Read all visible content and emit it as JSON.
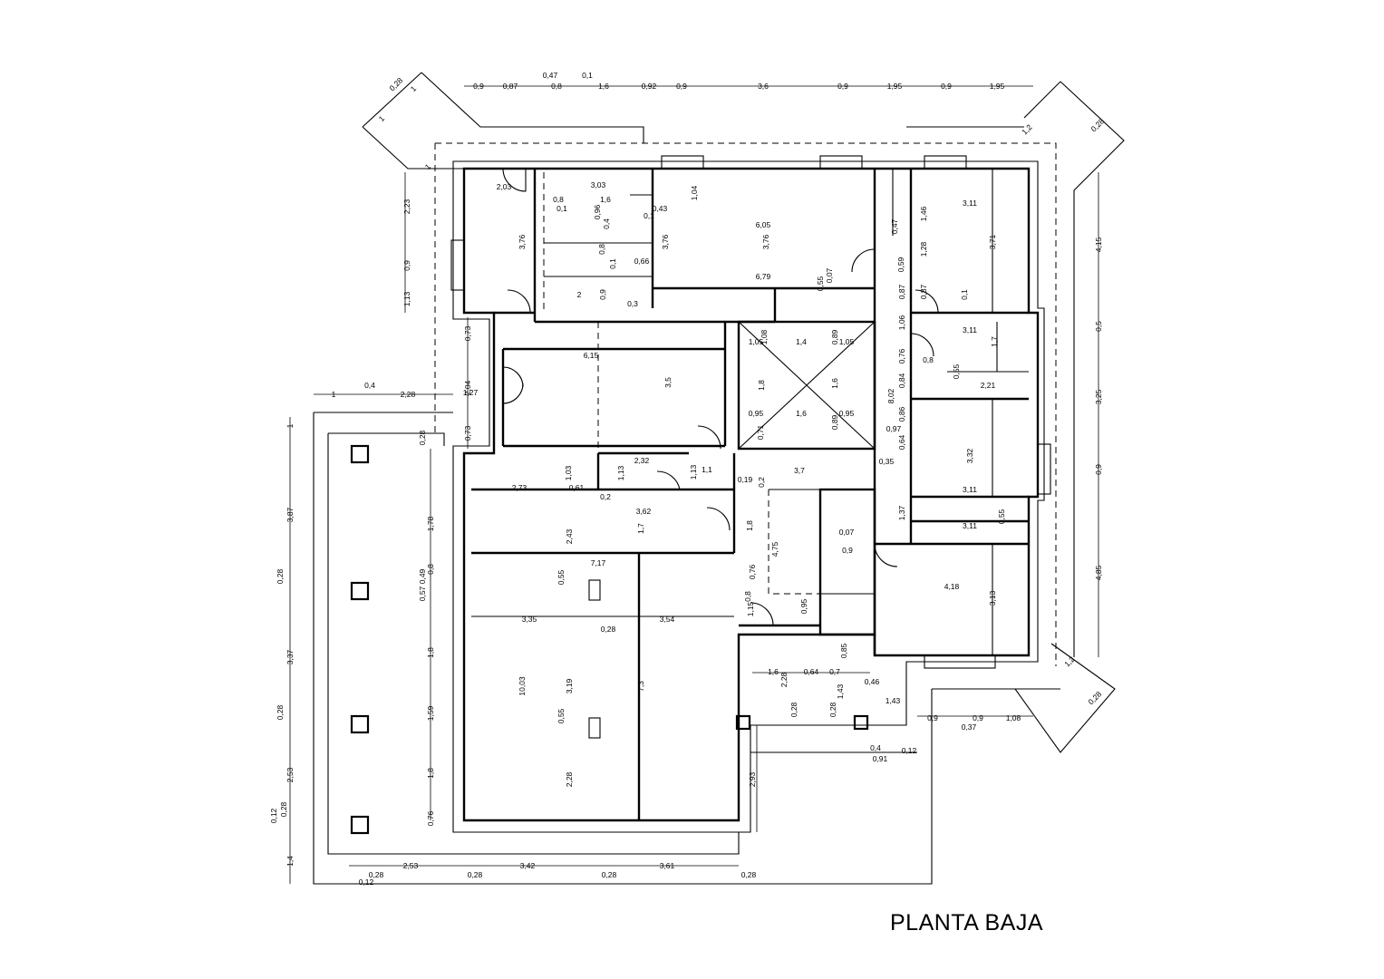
{
  "title": "PLANTA BAJA",
  "dimensions_top": [
    "0,9",
    "0,87",
    "0,47",
    "0,8",
    "0,1",
    "1,6",
    "0,92",
    "0,9",
    "3,6",
    "0,9",
    "1,95",
    "0,9",
    "1,95"
  ],
  "dimensions_left": [
    "2,23",
    "0,9",
    "1,13",
    "0,73",
    "2,04",
    "1,27",
    "0,73"
  ],
  "dimensions_left_outer": [
    "1",
    "3,87",
    "0,28",
    "3,37",
    "0,28",
    "2,53",
    "0,12",
    "0,28",
    "1,4"
  ],
  "dimensions_left_inner": [
    "0,28",
    "1,78",
    "0,8",
    "0,49",
    "0,57",
    "1,8",
    "1,59",
    "1,8",
    "0,76"
  ],
  "dimensions_right": [
    "4,15",
    "0,5",
    "3,25",
    "0,9",
    "4,85"
  ],
  "dimensions_bottom": [
    "2,53",
    "3,42",
    "3,61",
    "0,28",
    "0,28",
    "0,28",
    "0,28",
    "0,12"
  ],
  "dimensions_bottom_right": [
    "0,9",
    "0,9",
    "1,08",
    "0,37"
  ],
  "corner_labels": [
    "0,28",
    "1",
    "1",
    "1",
    "0,28",
    "1,2",
    "1,2",
    "0,28"
  ],
  "interior_labels": [
    "2,03",
    "3,03",
    "0,8",
    "1,6",
    "0,1",
    "0,96",
    "0,4",
    "0,43",
    "0,1",
    "1,04",
    "6,05",
    "3,76",
    "3,76",
    "3,76",
    "0,8",
    "0,1",
    "0,66",
    "6,79",
    "0,07",
    "0,55",
    "2",
    "0,9",
    "0,3",
    "1,46",
    "3,11",
    "3,71",
    "0,47",
    "1,28",
    "0,59",
    "0,87",
    "0,87",
    "0,1",
    "1,06",
    "3,11",
    "1,7",
    "0,76",
    "0,8",
    "0,55",
    "0,84",
    "2,21",
    "8,02",
    "0,86",
    "0,97",
    "0,64",
    "3,32",
    "3,11",
    "0,55",
    "1,37",
    "3,11",
    "4,18",
    "3,13",
    "1,4",
    "1,05",
    "0,89",
    "1,08",
    "1,05",
    "1,8",
    "1,6",
    "0,95",
    "1,6",
    "0,89",
    "0,95",
    "0,71",
    "6,15",
    "3,5",
    "0,4",
    "1",
    "2,28",
    "2,32",
    "1,13",
    "1,03",
    "0,61",
    "0,2",
    "1,13",
    "1,1",
    "0,19",
    "0,2",
    "3,7",
    "0,35",
    "2,73",
    "3,62",
    "1,7",
    "1,8",
    "2,43",
    "4,75",
    "0,07",
    "0,9",
    "7,17",
    "0,55",
    "0,76",
    "0,8",
    "1,15",
    "0,95",
    "3,35",
    "0,28",
    "3,54",
    "10,03",
    "3,19",
    "7,3",
    "0,85",
    "1,6",
    "0,64",
    "0,7",
    "0,46",
    "2,28",
    "1,43",
    "1,43",
    "0,28",
    "0,28",
    "0,55",
    "2,28",
    "2,93",
    "0,4",
    "0,91",
    "0,12"
  ]
}
